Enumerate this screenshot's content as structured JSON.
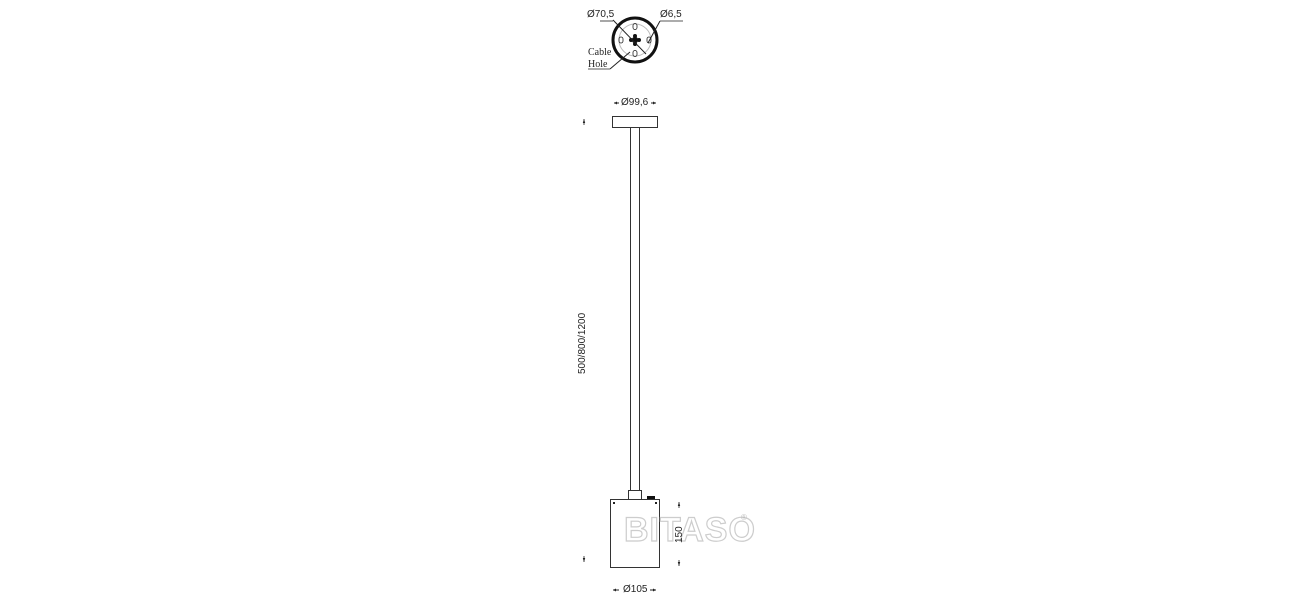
{
  "drawing": {
    "top_view": {
      "outer_diameter_label": "Ø70,5",
      "hole_diameter_label": "Ø6,5",
      "cable_hole_label_line1": "Cable",
      "cable_hole_label_line2": "Hole"
    },
    "canopy": {
      "diameter_label": "Ø99,6"
    },
    "rod": {
      "length_label": "500/800/1200"
    },
    "body": {
      "height_label": "150",
      "diameter_label": "Ø105"
    },
    "watermark": {
      "text": "BITASO",
      "registered": "®"
    },
    "colors": {
      "line": "#222222",
      "background": "#ffffff",
      "watermark": "#c8c8c8"
    }
  }
}
